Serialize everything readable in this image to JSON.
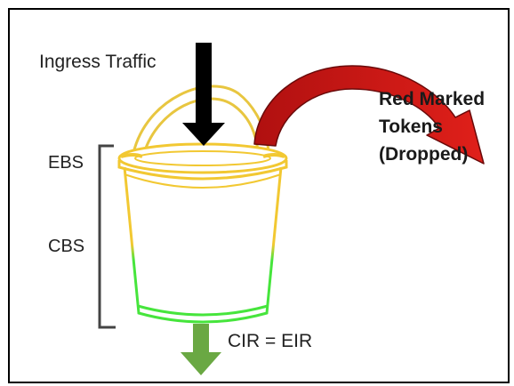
{
  "labels": {
    "ingress": "Ingress Traffic",
    "ebs": "EBS",
    "cbs": "CBS",
    "cir_eir": "CIR = EIR",
    "dropped": [
      "Red Marked",
      "Tokens",
      "(Dropped)"
    ]
  },
  "colors": {
    "bucket_upper": "#f2c832",
    "bucket_lower": "#46e53c",
    "ingress_arrow": "#000000",
    "drop_arrow": "#d11a14",
    "egress_arrow": "#6aa843",
    "bracket": "#444444",
    "frame": "#000000"
  },
  "icons": {
    "ingress_arrow": "arrow-down-icon",
    "drop_arrow": "curved-arrow-icon",
    "egress_arrow": "arrow-down-icon"
  }
}
